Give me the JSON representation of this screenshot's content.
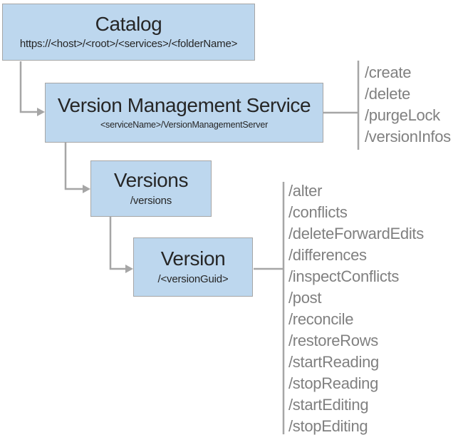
{
  "nodes": {
    "catalog": {
      "title": "Catalog",
      "subtitle": "https://<host>/<root>/<services>/<folderName>"
    },
    "vms": {
      "title": "Version Management Service",
      "subtitle": "<serviceName>/VersionManagementServer",
      "operations": [
        "/create",
        "/delete",
        "/purgeLock",
        "/versionInfos"
      ]
    },
    "versions": {
      "title": "Versions",
      "subtitle": "/versions"
    },
    "version": {
      "title": "Version",
      "subtitle": "/<versionGuid>",
      "operations": [
        "/alter",
        "/conflicts",
        "/deleteForwardEdits",
        "/differences",
        "/inspectConflicts",
        "/post",
        "/reconcile",
        "/restoreRows",
        "/startReading",
        "/stopReading",
        "/startEditing",
        "/stopEditing"
      ]
    }
  },
  "colors": {
    "node_fill": "#BDD7EE",
    "node_border": "#A6A6A6",
    "connector": "#A6A6A6",
    "operation_text": "#808080",
    "node_text": "#262626",
    "background": "#FFFFFF"
  }
}
